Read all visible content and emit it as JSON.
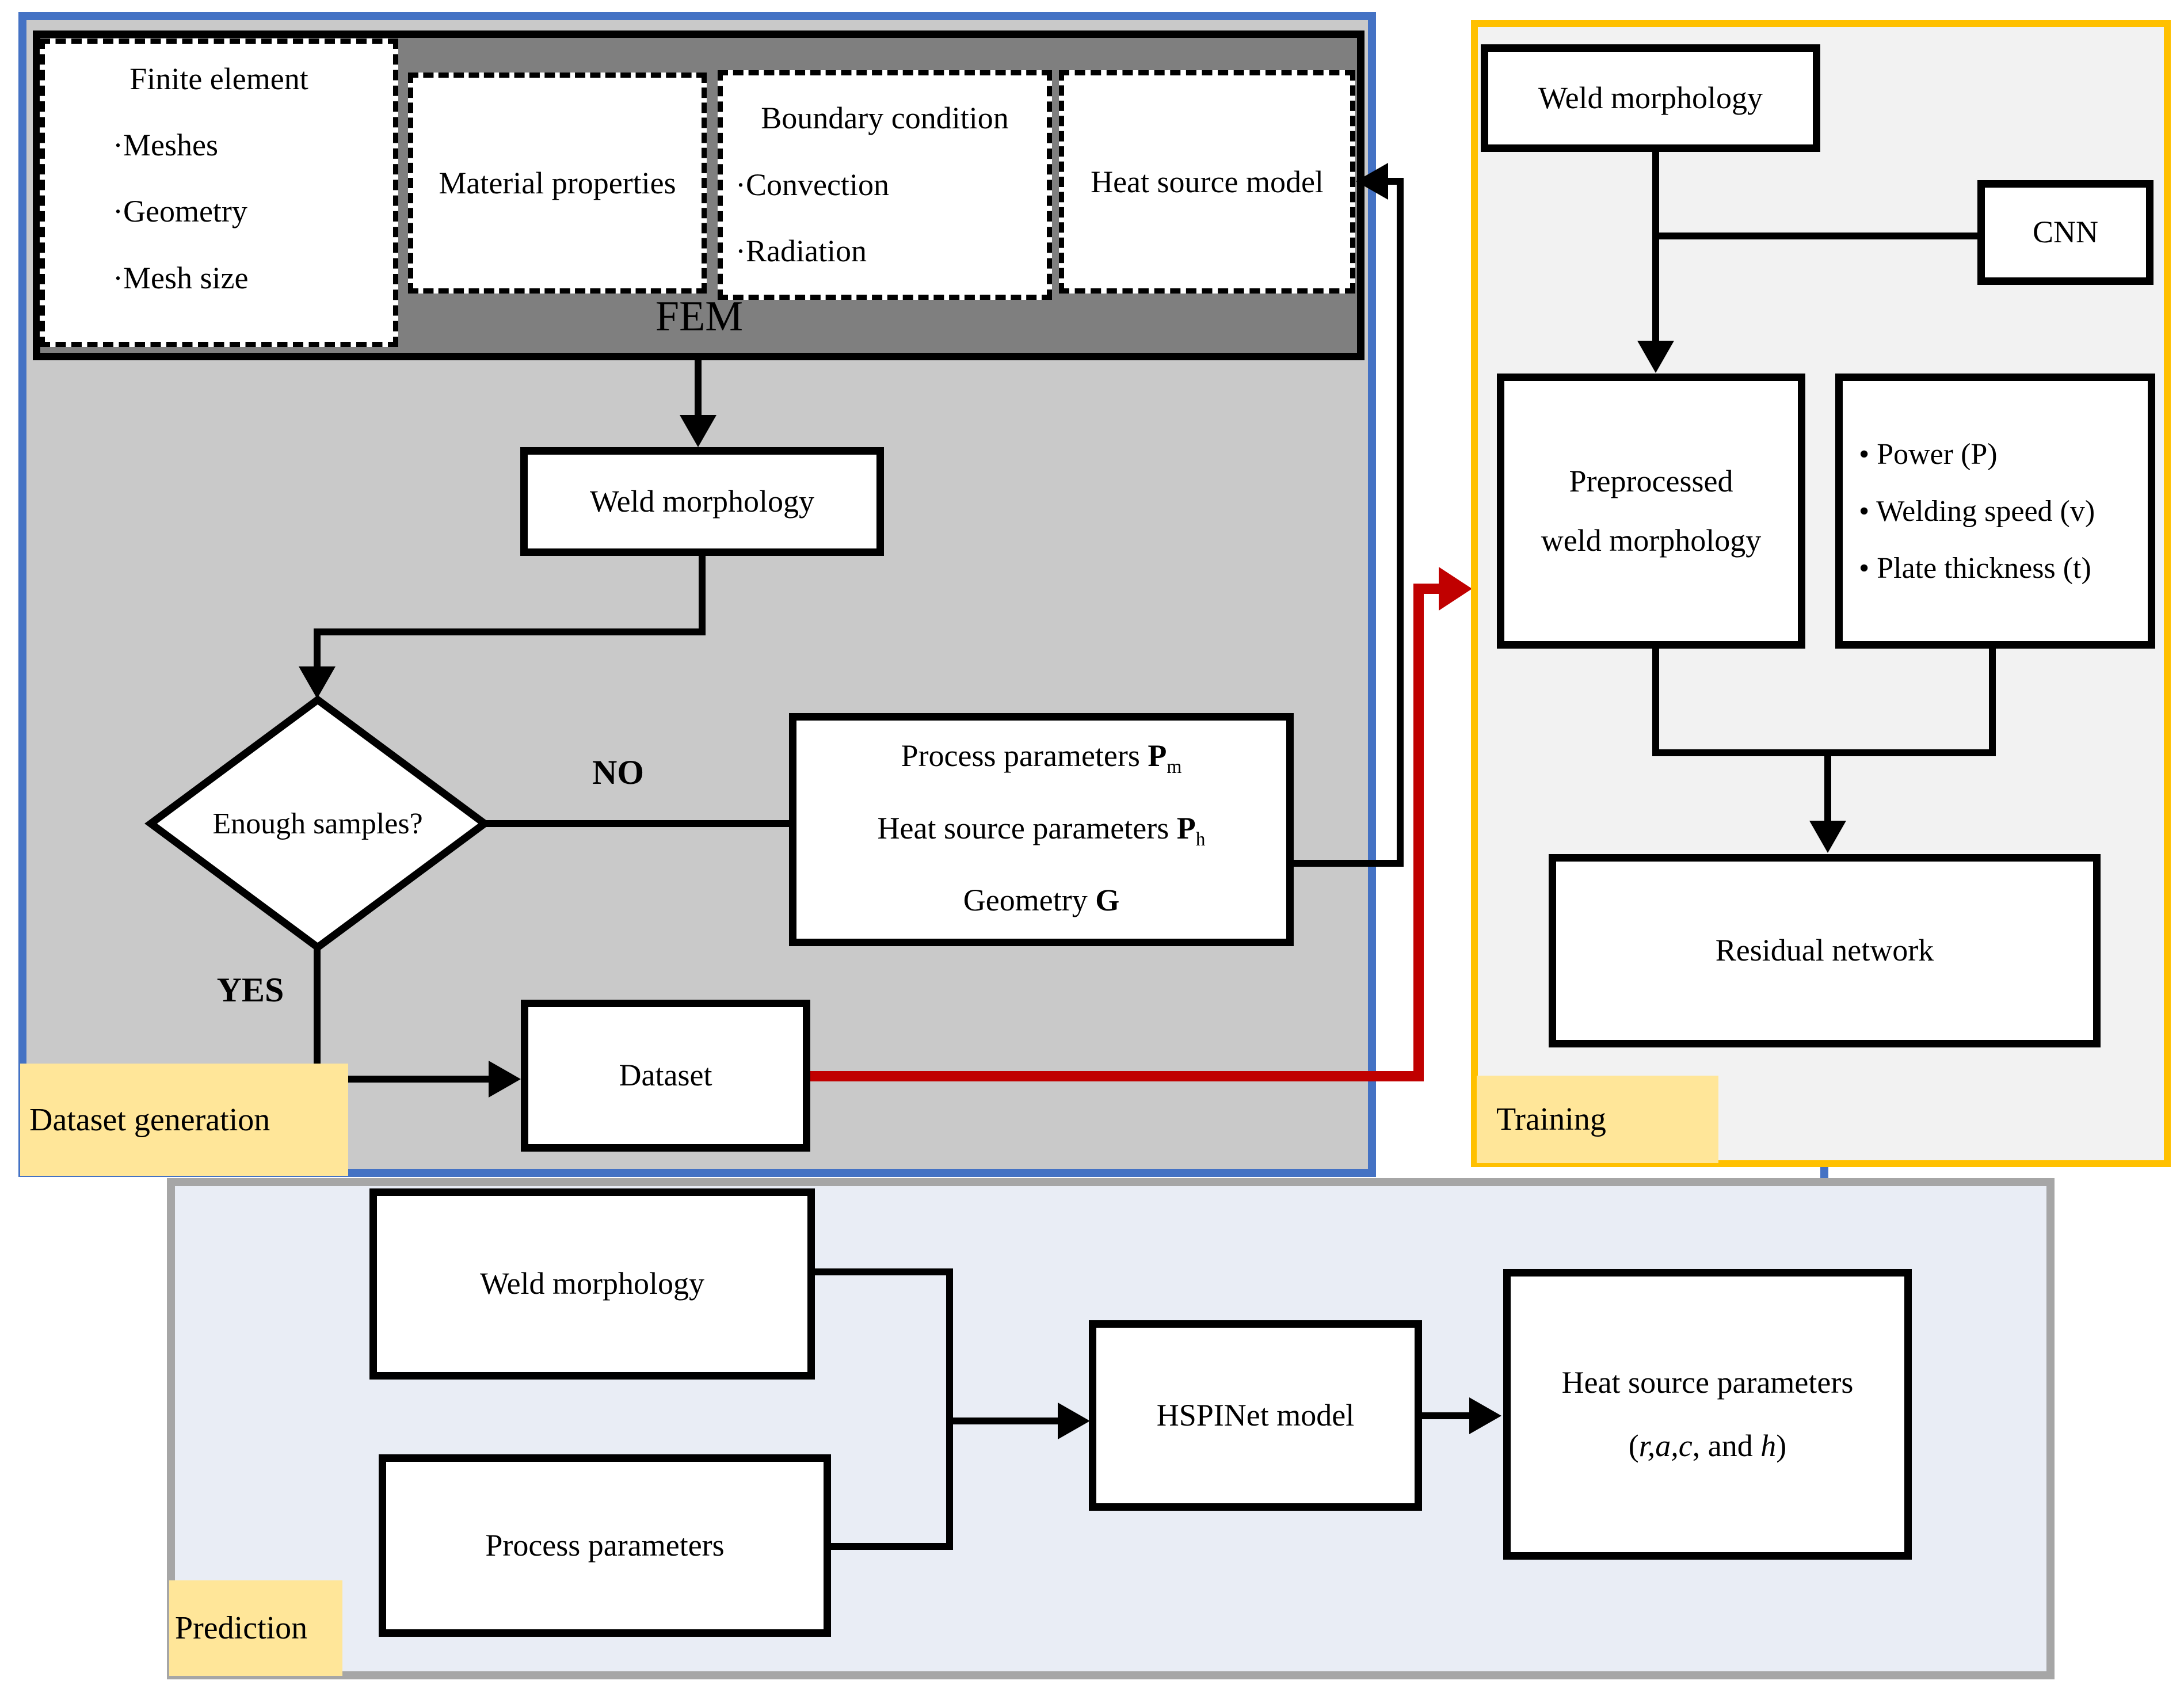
{
  "colors": {
    "dataset_generation_border": "#4472c4",
    "dataset_generation_fill": "#c9c9c9",
    "fem_bar_fill": "#7f7f7f",
    "training_border": "#ffc000",
    "training_fill": "#f2f2f2",
    "prediction_border": "#a6a6a6",
    "prediction_fill": "#e9edf5",
    "label_highlight": "#ffe699",
    "red_arrow": "#c00000",
    "blue_arrow": "#4472c4",
    "line_black": "#000000"
  },
  "dataset_generation": {
    "label": "Dataset generation",
    "fem": {
      "label": "FEM",
      "finite_element": {
        "title": "Finite element",
        "items": [
          "·Meshes",
          "·Geometry",
          "·Mesh size"
        ]
      },
      "material_properties": "Material properties",
      "boundary_condition": {
        "title": "Boundary condition",
        "items": [
          "·Convection",
          "·Radiation"
        ]
      },
      "heat_source_model": "Heat source model"
    },
    "weld_morphology": "Weld morphology",
    "decision": "Enough samples?",
    "no": "NO",
    "yes": "YES",
    "parameters": [
      {
        "text": "Process parameters ",
        "sym": "P",
        "sub": "m"
      },
      {
        "text": "Heat source parameters ",
        "sym": "P",
        "sub": "h"
      },
      {
        "text": "Geometry ",
        "sym": "G",
        "sub": ""
      }
    ],
    "dataset": "Dataset"
  },
  "training": {
    "label": "Training",
    "weld_morphology": "Weld morphology",
    "cnn": "CNN",
    "preprocessed": [
      "Preprocessed",
      "weld morphology"
    ],
    "inputs": [
      "• Power (P)",
      "• Welding speed (v)",
      "• Plate thickness (t)"
    ],
    "residual_network": "Residual network"
  },
  "prediction": {
    "label": "Prediction",
    "weld_morphology": "Weld morphology",
    "process_parameters": "Process parameters",
    "hspinet": "HSPINet model",
    "output": {
      "line1": "Heat source parameters",
      "open": "(",
      "i1": "r,a,c",
      "mid": ", and ",
      "i2": "h",
      "close": ")"
    }
  }
}
